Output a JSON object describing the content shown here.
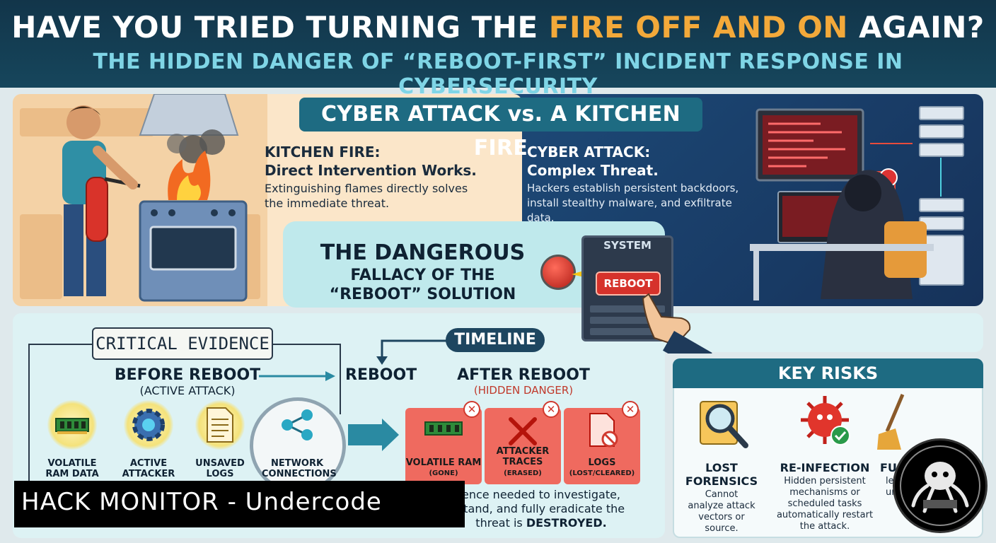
{
  "header": {
    "title_prefix": "HAVE YOU TRIED TURNING THE ",
    "title_highlight": "FIRE OFF AND ON",
    "title_suffix": " AGAIN?",
    "subtitle": "THE HIDDEN DANGER OF “REBOOT-FIRST” INCIDENT RESPONSE IN CYBERSECURITY"
  },
  "comparison": {
    "banner": "CYBER ATTACK vs. A KITCHEN FIRE",
    "kitchen_head_1": "KITCHEN FIRE:",
    "kitchen_head_2": "Direct Intervention Works.",
    "kitchen_desc": "Extinguishing flames directly solves the immediate threat.",
    "cyber_head_1": "CYBER ATTACK:",
    "cyber_head_2": "Complex Threat.",
    "cyber_desc": "Hackers establish persistent backdoors, install stealthy malware, and exfiltrate data."
  },
  "fallacy": {
    "line1": "THE DANGEROUS",
    "line2": "FALLACY OF THE",
    "line3": "“REBOOT” SOLUTION",
    "server_label": "SYSTEM",
    "reboot_button": "REBOOT"
  },
  "timeline": {
    "critical_label": "CRITICAL EVIDENCE",
    "timeline_label": "TIMELINE",
    "before_head": "BEFORE REBOOT",
    "before_sub": "(ACTIVE ATTACK)",
    "reboot_label": "REBOOT",
    "after_head": "AFTER REBOOT",
    "after_sub": "(HIDDEN DANGER)",
    "before_items": [
      {
        "label_1": "VOLATILE",
        "label_2": "RAM DATA"
      },
      {
        "label_1": "ACTIVE",
        "label_2": "ATTACKER"
      },
      {
        "label_1": "UNSAVED",
        "label_2": "LOGS"
      },
      {
        "label_1": "NETWORK",
        "label_2": "CONNECTIONS"
      }
    ],
    "after_items": [
      {
        "label_1": "VOLATILE RAM",
        "label_2": "(GONE)"
      },
      {
        "label_1": "ATTACKER",
        "label_2": "TRACES",
        "label_3": "(ERASED)"
      },
      {
        "label_1": "LOGS",
        "label_2": "(LOST/CLEARED)"
      }
    ],
    "evidence_line1": "ence needed to investigate,",
    "evidence_line2": "stand, and fully eradicate the",
    "evidence_line3_prefix": "threat is ",
    "evidence_line3_bold": "DESTROYED."
  },
  "watermark": {
    "text": "HACK MONITOR - Undercode"
  },
  "risks": {
    "heading": "KEY RISKS",
    "items": [
      {
        "head_1": "LOST",
        "head_2": "FORENSICS",
        "desc": "Cannot analyze attack vectors or source."
      },
      {
        "head_1": "RE-INFECTION",
        "head_2": "",
        "desc": "Hidden persistent mechanisms or scheduled tasks automatically restart the attack."
      },
      {
        "head_1": "FU",
        "head_2": "",
        "desc_1": "lea",
        "desc_2": "una"
      }
    ]
  },
  "colors": {
    "header_bg": "#12354a",
    "title_highlight": "#f3a93a",
    "subtitle": "#7fd5e6",
    "accent_teal": "#1e6b82",
    "danger_red": "#ef6a5f"
  }
}
